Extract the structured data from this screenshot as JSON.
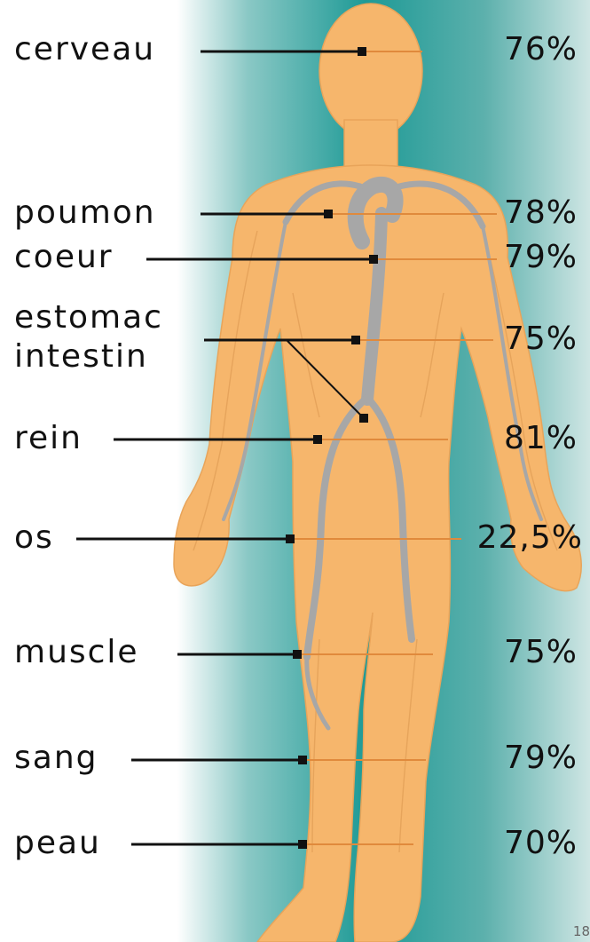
{
  "organs": [
    {
      "label": "cerveau",
      "value": "76%"
    },
    {
      "label": "poumon",
      "value": "78%"
    },
    {
      "label": "coeur",
      "value": "79%"
    },
    {
      "label": "estomac intestin",
      "value": "75%"
    },
    {
      "label": "rein",
      "value": "81%"
    },
    {
      "label": "os",
      "value": "22,5%"
    },
    {
      "label": "muscle",
      "value": "75%"
    },
    {
      "label": "sang",
      "value": "79%"
    },
    {
      "label": "peau",
      "value": "70%"
    }
  ],
  "page_number": "18",
  "colors": {
    "background_center": "#1e9a96",
    "background_edge": "#ffffff",
    "body": "#f6b66c",
    "body_vessels": "#d9954e",
    "arteries": "#a7a7a7",
    "orange_lines": "#e08a3c",
    "pointer_lines": "#111111"
  }
}
